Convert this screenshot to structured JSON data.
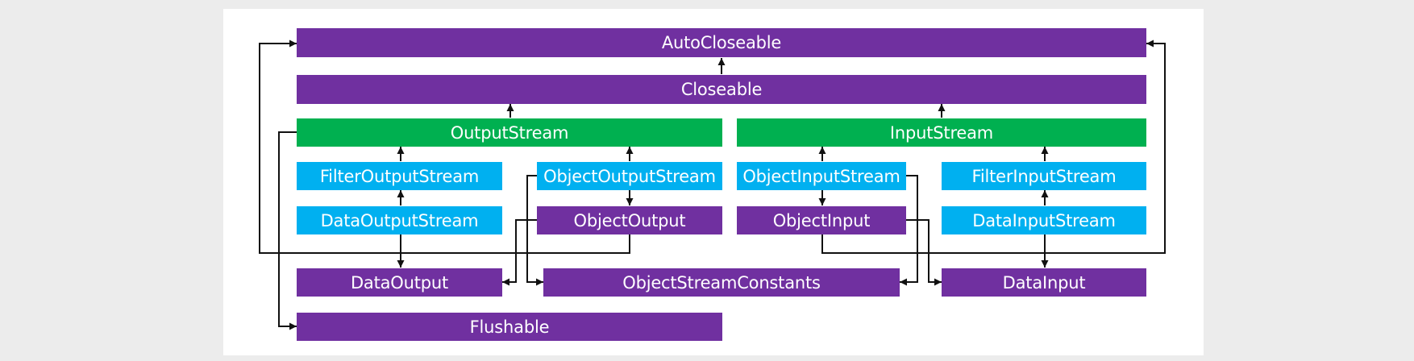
{
  "colors": {
    "interface": "#7030a0",
    "abstract_class": "#00b050",
    "class": "#00b0f0",
    "line": "#111111",
    "panel": "#ffffff",
    "background": "#ececec"
  },
  "nodes": {
    "autocloseable": {
      "label": "AutoCloseable",
      "kind": "interface"
    },
    "closeable": {
      "label": "Closeable",
      "kind": "interface"
    },
    "outputstream": {
      "label": "OutputStream",
      "kind": "abstract_class"
    },
    "inputstream": {
      "label": "InputStream",
      "kind": "abstract_class"
    },
    "filteroutputstream": {
      "label": "FilterOutputStream",
      "kind": "class"
    },
    "objectoutputstream": {
      "label": "ObjectOutputStream",
      "kind": "class"
    },
    "objectinputstream": {
      "label": "ObjectInputStream",
      "kind": "class"
    },
    "filterinputstream": {
      "label": "FilterInputStream",
      "kind": "class"
    },
    "dataoutputstream": {
      "label": "DataOutputStream",
      "kind": "class"
    },
    "objectoutput": {
      "label": "ObjectOutput",
      "kind": "interface"
    },
    "objectinput": {
      "label": "ObjectInput",
      "kind": "interface"
    },
    "datainputstream": {
      "label": "DataInputStream",
      "kind": "class"
    },
    "dataoutput": {
      "label": "DataOutput",
      "kind": "interface"
    },
    "objectstreamconstants": {
      "label": "ObjectStreamConstants",
      "kind": "interface"
    },
    "datainput": {
      "label": "DataInput",
      "kind": "interface"
    },
    "flushable": {
      "label": "Flushable",
      "kind": "interface"
    }
  },
  "edges": [
    {
      "from": "closeable",
      "to": "autocloseable"
    },
    {
      "from": "outputstream",
      "to": "closeable"
    },
    {
      "from": "inputstream",
      "to": "closeable"
    },
    {
      "from": "filteroutputstream",
      "to": "outputstream"
    },
    {
      "from": "objectoutputstream",
      "to": "outputstream"
    },
    {
      "from": "objectinputstream",
      "to": "inputstream"
    },
    {
      "from": "filterinputstream",
      "to": "inputstream"
    },
    {
      "from": "dataoutputstream",
      "to": "filteroutputstream"
    },
    {
      "from": "datainputstream",
      "to": "filterinputstream"
    },
    {
      "from": "objectoutputstream",
      "to": "objectoutput"
    },
    {
      "from": "objectoutput",
      "to": "autocloseable"
    },
    {
      "from": "objectinput",
      "to": "autocloseable"
    },
    {
      "from": "objectoutput",
      "to": "dataoutput"
    },
    {
      "from": "dataoutputstream",
      "to": "dataoutput"
    },
    {
      "from": "objectinput",
      "to": "datainput"
    },
    {
      "from": "datainputstream",
      "to": "datainput"
    },
    {
      "from": "objectoutputstream",
      "to": "objectstreamconstants"
    },
    {
      "from": "objectinputstream",
      "to": "objectstreamconstants"
    },
    {
      "from": "objectinputstream",
      "to": "objectinput"
    },
    {
      "from": "outputstream",
      "to": "flushable"
    }
  ]
}
